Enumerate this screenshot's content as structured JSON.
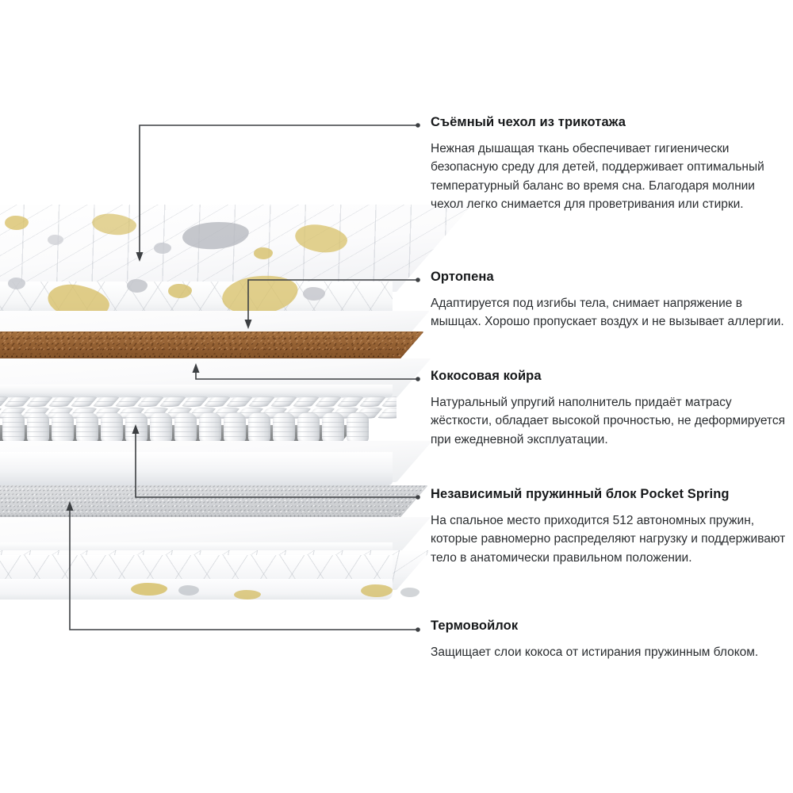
{
  "page": {
    "language": "ru",
    "background": "#ffffff",
    "text_color": "#1b1b1b",
    "leader_color": "#3c3f42"
  },
  "illustration": {
    "name": "exploded mattress cross-section",
    "layers": [
      {
        "id": "cover-top",
        "label": "Съёмный чехол из трикотажа",
        "color": "#f6f7f9",
        "kind": "quilted-knit-cover"
      },
      {
        "id": "orthofoam-1",
        "label": "Ортопена",
        "color": "#f2f3f5",
        "kind": "foam"
      },
      {
        "id": "coir-1",
        "label": "Кокосовая койра",
        "color": "#8d5a2e",
        "kind": "coconut-coir"
      },
      {
        "id": "foam-spacer",
        "label": "Ортопена",
        "color": "#f2f3f5",
        "kind": "foam"
      },
      {
        "id": "pocket-spring",
        "label": "Независимый пружинный блок Pocket Spring",
        "color": "#e8eaec",
        "kind": "pocket-spring-block"
      },
      {
        "id": "felt",
        "label": "Термовойлок",
        "color": "#cfd1d3",
        "kind": "thermo-felt"
      },
      {
        "id": "orthofoam-2",
        "label": "Ортопена",
        "color": "#f2f3f5",
        "kind": "foam"
      },
      {
        "id": "cover-bottom",
        "label": "Съёмный чехол из трикотажа",
        "color": "#f6f7f9",
        "kind": "quilted-knit-cover"
      }
    ]
  },
  "callouts": [
    {
      "title": "Съёмный чехол из трикотажа",
      "body": "Нежная дышащая ткань обеспечивает гигиенически безопасную среду для детей, поддерживает оптимальный температурный баланс во время сна. Благодаря молнии чехол легко снимается для проветривания или стирки."
    },
    {
      "title": "Ортопена",
      "body": "Адаптируется под изгибы тела, снимает напряжение в мышцах. Хорошо пропускает воздух и не вызывает аллергии."
    },
    {
      "title": "Кокосовая койра",
      "body": "Натуральный упругий наполнитель придаёт матрасу жёсткости, обладает высокой прочностью, не деформируется при ежедневной эксплуатации."
    },
    {
      "title": "Независимый пружинный блок Pocket Spring",
      "body": "На спальное место приходится 512 автономных пружин, которые равномерно распределяют нагрузку и поддерживают тело в анатомически правильном положении."
    },
    {
      "title": "Термовойлок",
      "body": "Защищает слои кокоса от истирания пружинным блоком."
    }
  ]
}
